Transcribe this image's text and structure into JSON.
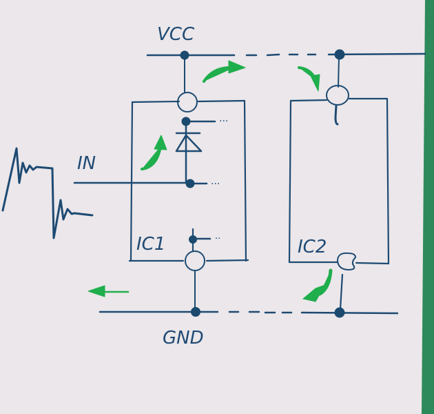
{
  "diagram": {
    "type": "hand-drawn circuit schematic",
    "labels": {
      "vcc": "VCC",
      "gnd": "GND",
      "input": "IN",
      "ic1": "IC1",
      "ic2": "IC2"
    },
    "components": [
      {
        "id": "ic1",
        "label": "IC1",
        "contains": [
          "diode (ESD clamp to VCC)",
          "input pin",
          "VCC pin",
          "GND pin"
        ]
      },
      {
        "id": "ic2",
        "label": "IC2",
        "contains": [
          "VCC pin",
          "GND pin"
        ]
      }
    ],
    "nets": [
      {
        "name": "VCC",
        "connects": [
          "ic1.vcc_pin",
          "ic2.vcc_pin"
        ],
        "style": "solid-dashed-solid"
      },
      {
        "name": "GND",
        "connects": [
          "ic1.gnd_pin",
          "ic2.gnd_pin"
        ],
        "style": "solid-dashed-solid"
      },
      {
        "name": "IN",
        "connects": [
          "ic1.input_pin"
        ]
      }
    ],
    "annotations": [
      {
        "kind": "waveform",
        "description": "input signal with ringing overshoot and undershoot"
      },
      {
        "kind": "arrow",
        "description": "current from IN up through diode to VCC"
      },
      {
        "kind": "arrow",
        "description": "current along VCC rail toward IC2"
      },
      {
        "kind": "arrow",
        "description": "current into IC2 VCC pin"
      },
      {
        "kind": "arrow",
        "description": "current out of IC2 to GND"
      },
      {
        "kind": "arrow",
        "description": "current returning left along GND"
      }
    ],
    "colors": {
      "paper": "#ebe7ea",
      "ink": "#1d4a72",
      "arrow": "#1fae4c",
      "background_edge": "#2e8a5a"
    }
  }
}
